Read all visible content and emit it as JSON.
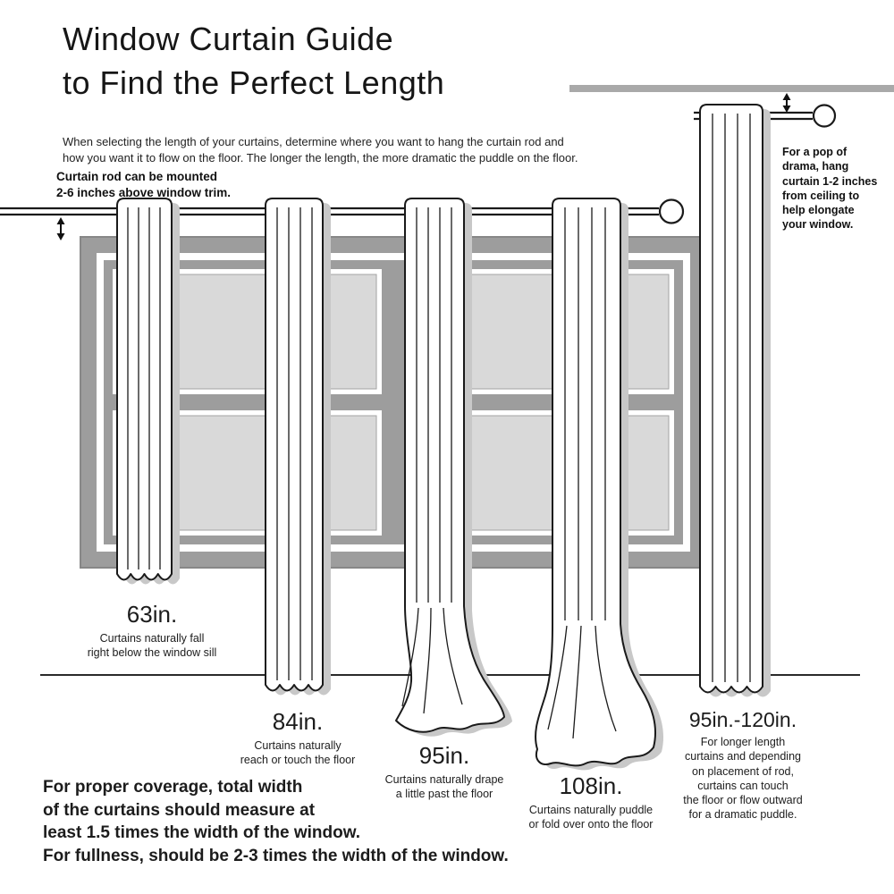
{
  "title": "Window Curtain Guide\nto Find the Perfect Length",
  "intro": "When selecting the length of your curtains, determine where you want to hang the curtain rod and\nhow you want it to flow on the floor. The longer the length, the more dramatic the puddle on the floor.",
  "rod_note": "Curtain rod can be mounted\n2-6 inches above window trim.",
  "ceiling_note": "For a pop of\ndrama, hang\ncurtain 1-2 inches\nfrom ceiling to\nhelp elongate\nyour window.",
  "lengths": [
    {
      "label": "63in.",
      "description": "Curtains naturally fall\nright below the window sill"
    },
    {
      "label": "84in.",
      "description": "Curtains naturally\nreach or touch the floor"
    },
    {
      "label": "95in.",
      "description": "Curtains naturally drape\na little past the floor"
    },
    {
      "label": "108in.",
      "description": "Curtains naturally puddle\nor fold over onto the floor"
    },
    {
      "label": "95in.-120in.",
      "description": "For longer length\ncurtains and depending\non placement of rod,\ncurtains can touch\nthe floor or flow outward\nfor a dramatic puddle."
    }
  ],
  "footer": "For proper coverage, total width\nof the curtains should measure at\nleast 1.5 times the width of the window.\nFor fullness, should be 2-3 times the width of the window.",
  "colors": {
    "frame_gray": "#9d9d9d",
    "pane_gray": "#d9d9d9",
    "shadow_gray": "#c8c8c8",
    "ceiling_gray": "#a9a9a9",
    "line_black": "#1a1a1a"
  }
}
